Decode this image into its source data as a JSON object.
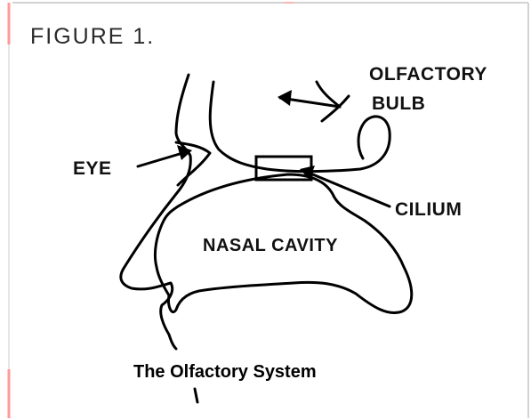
{
  "figure": {
    "title": "FIGURE 1.",
    "caption": "The Olfactory System"
  },
  "labels": {
    "olfactory": "OLFACTORY",
    "bulb": "BULB",
    "eye": "EYE",
    "cilium": "CILIUM",
    "nasal_cavity": "NASAL CAVITY"
  },
  "colors": {
    "border": "#c9c9c9",
    "frame_corner": "#ff9a9a",
    "line": "#000000"
  }
}
